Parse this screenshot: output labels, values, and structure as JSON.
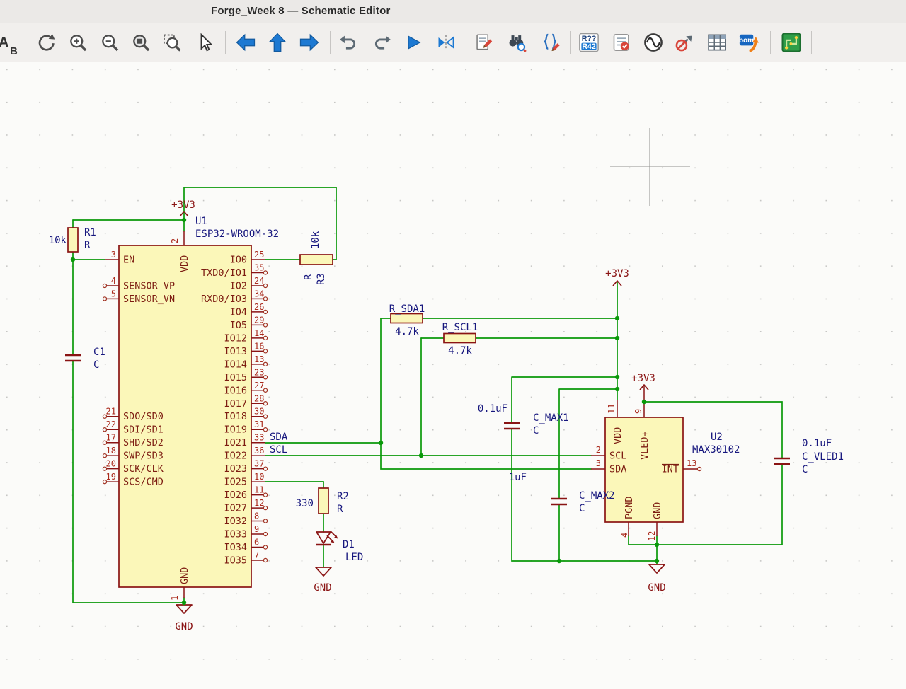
{
  "window": {
    "title": "Forge_Week 8 — Schematic Editor"
  },
  "toolbar": {
    "partial": {
      "line1": "A",
      "line2": "B"
    },
    "annotate": {
      "line1": "R??",
      "line2": "R42"
    },
    "bom": {
      "label": "bom"
    },
    "icons": [
      "text-partial-icon",
      "refresh-icon",
      "zoom-in-icon",
      "zoom-out-icon",
      "zoom-fit-icon",
      "zoom-selection-icon",
      "cursor-icon",
      "nav-back-icon",
      "nav-up-icon",
      "nav-forward-icon",
      "undo-icon",
      "redo-icon",
      "run-icon",
      "mirror-icon",
      "erc-pencil-icon",
      "find-icon",
      "edit-graphics-icon",
      "annotate-icon",
      "erc-check-icon",
      "simulator-icon",
      "probe-disabled-icon",
      "symbol-table-icon",
      "bom-icon",
      "pcb-editor-icon"
    ]
  },
  "schematic": {
    "u1": {
      "ref": "U1",
      "value": "ESP32-WROOM-32",
      "pin_top": {
        "num": "2",
        "name": "VDD"
      },
      "pin_bottom": {
        "num": "1",
        "name": "GND"
      },
      "pins_left": [
        {
          "num": "3",
          "name": "EN",
          "row": 0,
          "connected": true
        },
        {
          "num": "4",
          "name": "SENSOR_VP",
          "row": 2,
          "connected": false
        },
        {
          "num": "5",
          "name": "SENSOR_VN",
          "row": 3,
          "connected": false
        },
        {
          "num": "21",
          "name": "SDO/SD0",
          "row": 12,
          "connected": false
        },
        {
          "num": "22",
          "name": "SDI/SD1",
          "row": 13,
          "connected": false
        },
        {
          "num": "17",
          "name": "SHD/SD2",
          "row": 14,
          "connected": false
        },
        {
          "num": "18",
          "name": "SWP/SD3",
          "row": 15,
          "connected": false
        },
        {
          "num": "20",
          "name": "SCK/CLK",
          "row": 16,
          "connected": false
        },
        {
          "num": "19",
          "name": "SCS/CMD",
          "row": 17,
          "connected": false
        }
      ],
      "pins_right": [
        {
          "num": "25",
          "name": "IO0",
          "connected": true
        },
        {
          "num": "35",
          "name": "TXD0/IO1",
          "connected": false
        },
        {
          "num": "24",
          "name": "IO2",
          "connected": false
        },
        {
          "num": "34",
          "name": "RXD0/IO3",
          "connected": false
        },
        {
          "num": "26",
          "name": "IO4",
          "connected": false
        },
        {
          "num": "29",
          "name": "IO5",
          "connected": false
        },
        {
          "num": "14",
          "name": "IO12",
          "connected": false
        },
        {
          "num": "16",
          "name": "IO13",
          "connected": false
        },
        {
          "num": "13",
          "name": "IO14",
          "connected": false
        },
        {
          "num": "23",
          "name": "IO15",
          "connected": false
        },
        {
          "num": "27",
          "name": "IO16",
          "connected": false
        },
        {
          "num": "28",
          "name": "IO17",
          "connected": false
        },
        {
          "num": "30",
          "name": "IO18",
          "connected": false
        },
        {
          "num": "31",
          "name": "IO19",
          "connected": false
        },
        {
          "num": "33",
          "name": "IO21",
          "connected": true
        },
        {
          "num": "36",
          "name": "IO22",
          "connected": true
        },
        {
          "num": "37",
          "name": "IO23",
          "connected": false
        },
        {
          "num": "10",
          "name": "IO25",
          "connected": true
        },
        {
          "num": "11",
          "name": "IO26",
          "connected": false
        },
        {
          "num": "12",
          "name": "IO27",
          "connected": false
        },
        {
          "num": "8",
          "name": "IO32",
          "connected": false
        },
        {
          "num": "9",
          "name": "IO33",
          "connected": false
        },
        {
          "num": "6",
          "name": "IO34",
          "connected": false
        },
        {
          "num": "7",
          "name": "IO35",
          "connected": false
        }
      ]
    },
    "u2": {
      "ref": "U2",
      "value": "MAX30102",
      "pins": {
        "vdd": {
          "num": "11",
          "name": "VDD"
        },
        "vled": {
          "num": "9",
          "name": "VLED+"
        },
        "scl": {
          "num": "2",
          "name": "SCL"
        },
        "sda": {
          "num": "3",
          "name": "SDA"
        },
        "int": {
          "num": "13",
          "name": "INT"
        },
        "pgnd": {
          "num": "4",
          "name": "PGND"
        },
        "gnd": {
          "num": "12",
          "name": "GND"
        }
      }
    },
    "r1": {
      "ref": "R1",
      "value": "R",
      "annotation": "10k"
    },
    "r2": {
      "ref": "R2",
      "value": "R",
      "annotation": "330"
    },
    "r3": {
      "ref": "R3",
      "value": "R",
      "annotation": "10k"
    },
    "r_sda1": {
      "ref": "R_SDA1",
      "value": "4.7k"
    },
    "r_scl1": {
      "ref": "R_SCL1",
      "value": "4.7k"
    },
    "c1": {
      "ref": "C1",
      "value": "C"
    },
    "c_max1": {
      "ref": "C_MAX1",
      "value": "C",
      "annotation": "0.1uF"
    },
    "c_max2": {
      "ref": "C_MAX2",
      "value": "C",
      "annotation": "1uF"
    },
    "c_vled1": {
      "ref": "C_VLED1",
      "value": "C",
      "annotation": "0.1uF"
    },
    "d1": {
      "ref": "D1",
      "value": "LED"
    },
    "labels": {
      "sda": "SDA",
      "scl": "SCL"
    },
    "power": {
      "v33": "+3V3",
      "gnd": "GND"
    }
  }
}
